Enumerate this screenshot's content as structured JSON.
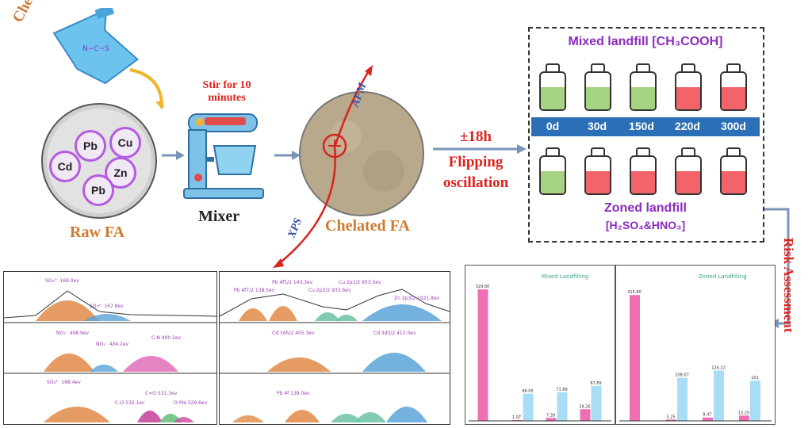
{
  "labels": {
    "chelator": "Chelator",
    "raw_fa": "Raw FA",
    "stir": "Stir for 10 minutes",
    "mixer": "Mixer",
    "chelated_fa": "Chelated FA",
    "afm": "AFM",
    "xps": "XPS",
    "duration": "±18h",
    "flipping": "Flipping",
    "oscillation": "oscillation",
    "risk_assessment": "Risk Assessment",
    "mixed_landfill": "Mixed landfill [CH₃COOH]",
    "zoned_landfill": "Zoned landfill",
    "zoned_acids": "[H₂SO₄&HNO₃]"
  },
  "metals": [
    "Pb",
    "Cu",
    "Cd",
    "Zn",
    "Pb"
  ],
  "days": [
    "0d",
    "30d",
    "150d",
    "220d",
    "300d"
  ],
  "colors": {
    "green": "#a6d37f",
    "red": "#f2646a",
    "blue_bar": "#2b6fb6",
    "purple": "#8b2bbd",
    "orange": "#d07a2e",
    "arrow": "#7b93b8",
    "pink_bar": "#ee6fb3",
    "light_blue_bar": "#a9dcf5"
  },
  "mixed_bottles": [
    "green",
    "green",
    "green",
    "red",
    "red"
  ],
  "zoned_bottles": [
    "green",
    "red",
    "red",
    "red",
    "red"
  ],
  "chart_data": [
    {
      "type": "bar",
      "title": "Mixed Landfilling",
      "series": [
        {
          "values": [
            329.8,
            1.97,
            7.39,
            29.26
          ]
        },
        {
          "values": [
            0,
            68.05,
            71.89,
            87.89
          ]
        }
      ],
      "value_labels": [
        [
          "329.80",
          "1.97",
          "7.39",
          "29.26"
        ],
        [
          "",
          "68.05",
          "71.89",
          "87.89"
        ]
      ]
    },
    {
      "type": "bar",
      "title": "Zoned Landfilling",
      "series": [
        {
          "values": [
            315.8,
            3.25,
            8.47,
            13.25
          ]
        },
        {
          "values": [
            0,
            108.07,
            126.22,
            101.0
          ]
        }
      ],
      "value_labels": [
        [
          "315.80",
          "3.25",
          "8.47",
          "13.25"
        ],
        [
          "",
          "108.07",
          "126.22",
          "101"
        ]
      ]
    }
  ],
  "xps_labels": {
    "left": [
      "SO₄²⁻ 169.0ev",
      "SO₃²⁻ 167.8ev",
      "NO₃⁻ 406.9ev",
      "NO₂⁻ 404.2ev",
      "C-N 400.2ev",
      "SO₄²⁻ 168.4ev",
      "C-O 532.1ev",
      "C=O 531.3ev",
      "O-Me 529.6ev"
    ],
    "right": [
      "Pb 4f7/2 138.5ev",
      "Pb 4f5/2 143.3ev",
      "Cu 2p3/2 933.6ev",
      "Cu 2p1/2 953.5ev",
      "Zn 2p3/2 1021.8ev",
      "Cd 3d5/2 405.3ev",
      "Cd 3d3/2 412.0ev",
      "Pb 4f 139.0ev"
    ]
  }
}
